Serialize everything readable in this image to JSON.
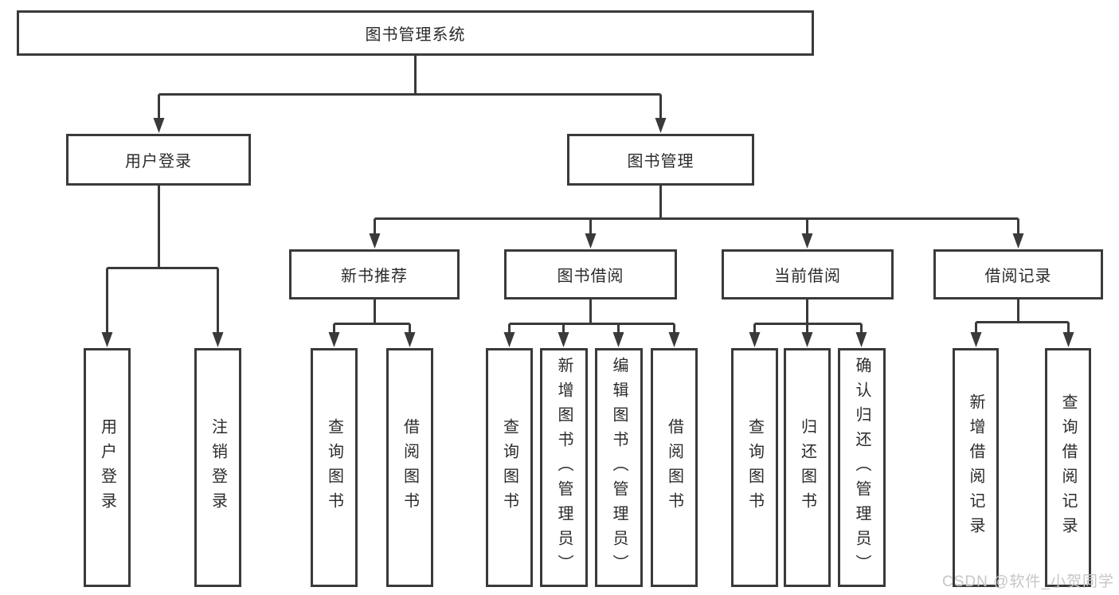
{
  "diagram": {
    "type": "hierarchy-tree",
    "colors": {
      "line": "#3a3a3c",
      "box_border": "#3a3a3c",
      "box_fill": "#ffffff",
      "text": "#2b2b2d",
      "watermark_text_color": "#c6c6c8"
    },
    "tree": {
      "root": {
        "label": "图书管理系统",
        "children": [
          {
            "label": "用户登录",
            "children": [
              {
                "label": "用户登录"
              },
              {
                "label": "注销登录"
              }
            ]
          },
          {
            "label": "图书管理",
            "children": [
              {
                "label": "新书推荐",
                "children": [
                  {
                    "label": "查询图书"
                  },
                  {
                    "label": "借阅图书"
                  }
                ]
              },
              {
                "label": "图书借阅",
                "children": [
                  {
                    "label": "查询图书"
                  },
                  {
                    "label": "新增图书（管理员）"
                  },
                  {
                    "label": "编辑图书（管理员）"
                  },
                  {
                    "label": "借阅图书"
                  }
                ]
              },
              {
                "label": "当前借阅",
                "children": [
                  {
                    "label": "查询图书"
                  },
                  {
                    "label": "归还图书"
                  },
                  {
                    "label": "确认归还（管理员）"
                  }
                ]
              },
              {
                "label": "借阅记录",
                "children": [
                  {
                    "label": "新增借阅记录"
                  },
                  {
                    "label": "查询借阅记录"
                  }
                ]
              }
            ]
          }
        ]
      }
    }
  },
  "watermark": {
    "text": "CSDN @软件_小贺同学"
  }
}
